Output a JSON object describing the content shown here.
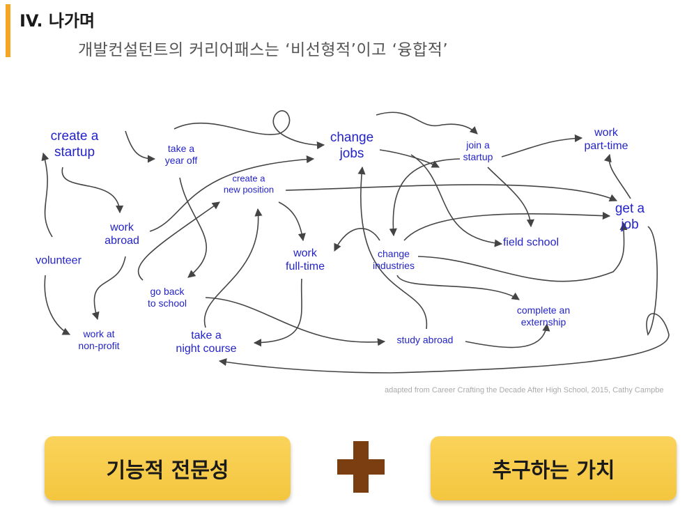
{
  "header": {
    "title": "IV. 나가며",
    "subtitle": "개발컨설턴트의 커리어패스는 ‘비선형적’이고 ‘융합적’"
  },
  "diagram": {
    "nodes": {
      "create_startup": "create a\nstartup",
      "take_year_off": "take a\nyear off",
      "create_position": "create a\nnew position",
      "change_jobs": "change\njobs",
      "join_startup": "join a\nstartup",
      "work_part_time": "work\npart-time",
      "work_abroad": "work\nabroad",
      "volunteer": "volunteer",
      "get_job": "get a\njob",
      "work_full_time": "work\nfull-time",
      "change_industries": "change\nindustries",
      "field_school": "field school",
      "go_back_school": "go back\nto school",
      "complete_externship": "complete an\nexternship",
      "work_non_profit": "work at\nnon-profit",
      "take_night_course": "take a\nnight course",
      "study_abroad": "study abroad"
    },
    "caption": "adapted from Career Crafting the Decade After High School, 2015, Cathy Campbe"
  },
  "cards": {
    "left": "기능적 전문성",
    "right": "추구하는 가치"
  },
  "colors": {
    "accent": "#f5a623",
    "node_text": "#2323c8",
    "card": "#f7cb4d",
    "plus": "#7a3e10"
  }
}
